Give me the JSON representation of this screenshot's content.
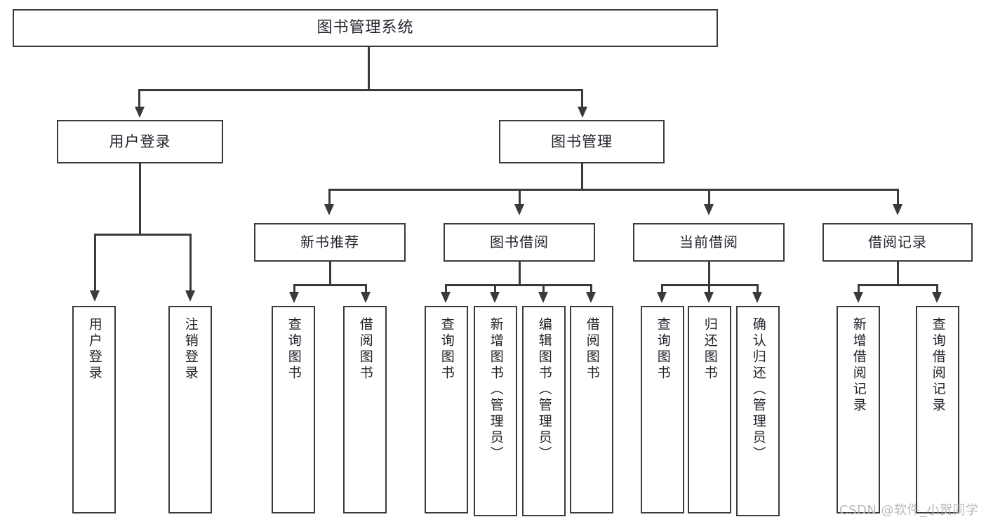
{
  "diagram": {
    "title": "图书管理系统",
    "root": {
      "label": "图书管理系统"
    },
    "level2": [
      {
        "label": "用户登录"
      },
      {
        "label": "图书管理"
      }
    ],
    "level3": [
      {
        "label": "新书推荐"
      },
      {
        "label": "图书借阅"
      },
      {
        "label": "当前借阅"
      },
      {
        "label": "借阅记录"
      }
    ],
    "leaves": {
      "user_login": [
        {
          "label": "用户登录"
        },
        {
          "label": "注销登录"
        }
      ],
      "new_book_recommend": [
        {
          "label": "查询图书"
        },
        {
          "label": "借阅图书"
        }
      ],
      "book_borrow": [
        {
          "label": "查询图书"
        },
        {
          "label": "新增图书（管理员）"
        },
        {
          "label": "编辑图书（管理员）"
        },
        {
          "label": "借阅图书"
        }
      ],
      "current_borrow": [
        {
          "label": "查询图书"
        },
        {
          "label": "归还图书"
        },
        {
          "label": "确认归还（管理员）"
        }
      ],
      "borrow_record": [
        {
          "label": "新增借阅记录"
        },
        {
          "label": "查询借阅记录"
        }
      ]
    }
  },
  "watermark": {
    "text": "CSDN @软件_小贺同学"
  },
  "colors": {
    "stroke": "#3a3a3a",
    "text": "#20242b",
    "background": "#ffffff",
    "watermark": "#b9b9b9"
  }
}
